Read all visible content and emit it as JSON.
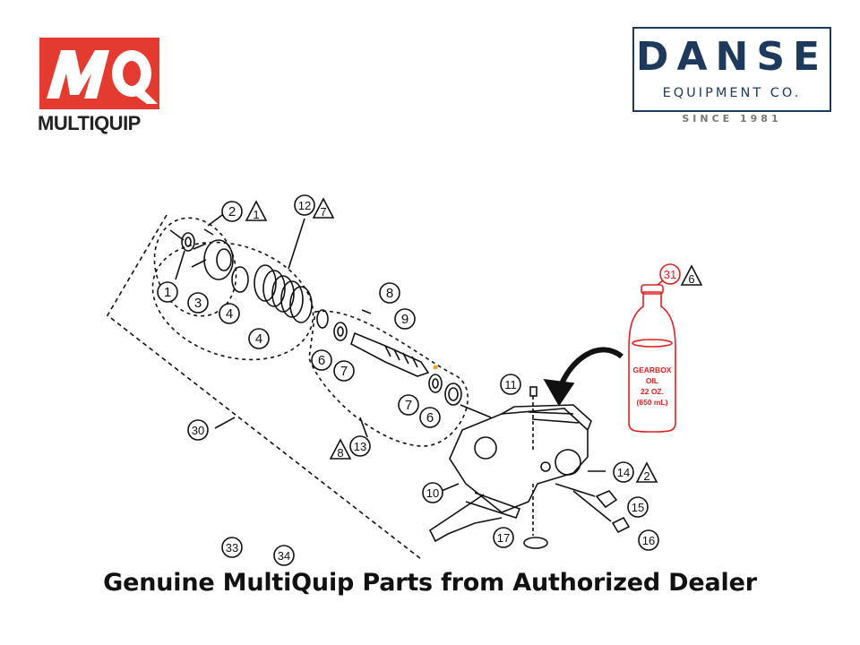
{
  "header": {
    "mq_logo": {
      "badge_text": "MQ",
      "word": "MULTIQUIP"
    },
    "danse_logo": {
      "name": "DANSE",
      "subtitle": "EQUIPMENT CO.",
      "since": "SINCE 1981"
    }
  },
  "callouts": [
    {
      "id": "c1",
      "num": "1"
    },
    {
      "id": "c2",
      "num": "2"
    },
    {
      "id": "c3",
      "num": "3"
    },
    {
      "id": "c4a",
      "num": "4"
    },
    {
      "id": "c4b",
      "num": "4"
    },
    {
      "id": "c6a",
      "num": "6"
    },
    {
      "id": "c6b",
      "num": "6"
    },
    {
      "id": "c7a",
      "num": "7"
    },
    {
      "id": "c7b",
      "num": "7"
    },
    {
      "id": "c8",
      "num": "8"
    },
    {
      "id": "c9",
      "num": "9"
    },
    {
      "id": "c10",
      "num": "10"
    },
    {
      "id": "c11",
      "num": "11"
    },
    {
      "id": "c12",
      "num": "12"
    },
    {
      "id": "c13",
      "num": "13"
    },
    {
      "id": "c14",
      "num": "14"
    },
    {
      "id": "c15",
      "num": "15"
    },
    {
      "id": "c16",
      "num": "16"
    },
    {
      "id": "c17",
      "num": "17"
    },
    {
      "id": "c30",
      "num": "30"
    },
    {
      "id": "c31",
      "num": "31"
    },
    {
      "id": "c33",
      "num": "33"
    },
    {
      "id": "c34",
      "num": "34"
    }
  ],
  "notes": [
    {
      "id": "n1",
      "num": "1"
    },
    {
      "id": "n7",
      "num": "7"
    },
    {
      "id": "n6",
      "num": "6"
    },
    {
      "id": "n8",
      "num": "8"
    },
    {
      "id": "n2",
      "num": "2"
    }
  ],
  "bottle": {
    "line1": "GEARBOX",
    "line2": "OIL",
    "line3": "22 OZ.",
    "line4": "(650 mL)"
  },
  "caption": "Genuine MultiQuip Parts from Authorized Dealer",
  "colors": {
    "mq_red": "#e53a2f",
    "danse_navy": "#1d3a5c",
    "part_red": "#e02020",
    "ink": "#111111"
  }
}
